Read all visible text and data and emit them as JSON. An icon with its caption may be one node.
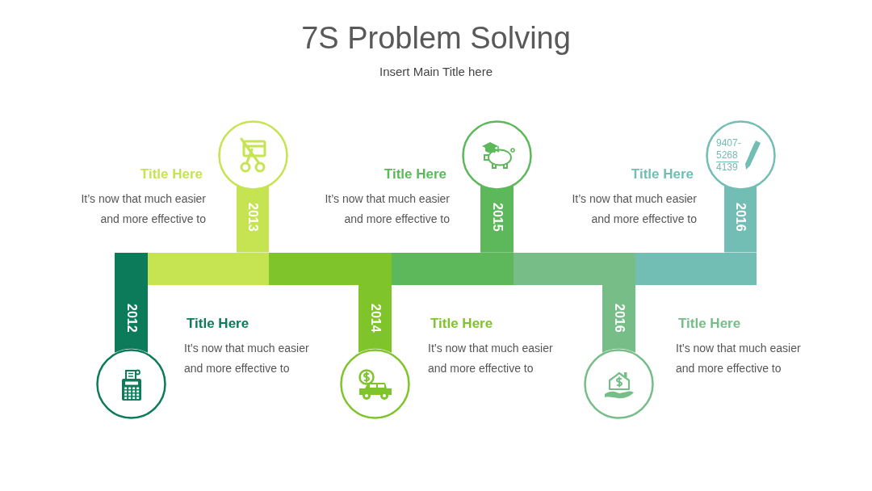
{
  "diagram": {
    "title": "7S Problem Solving",
    "nodes": [
      {
        "text": [
          "2012"
        ],
        "beside": [
          "Title Here",
          "It’s now that much easier and more effective to"
        ]
      },
      {
        "text": [
          "2013"
        ],
        "beside": [
          "Title Here",
          "It’s now that much easier and more effective to"
        ]
      },
      {
        "text": [
          "2014"
        ],
        "beside": [
          "Title Here",
          "It’s now that much easier and more effective to"
        ]
      },
      {
        "text": [
          "2015"
        ],
        "beside": [
          "Title Here",
          "It’s now that much easier and more effective to"
        ]
      },
      {
        "text": [
          "2016"
        ],
        "beside": [
          "Title Here",
          "It’s now that much easier and more effective to"
        ]
      },
      {
        "text": [
          "2016"
        ],
        "beside": [
          "Title Here",
          "It’s now that much easier and more effective to"
        ]
      }
    ],
    "labels": [
      "Insert Main Title here",
      "9407- 5268 4139"
    ]
  }
}
